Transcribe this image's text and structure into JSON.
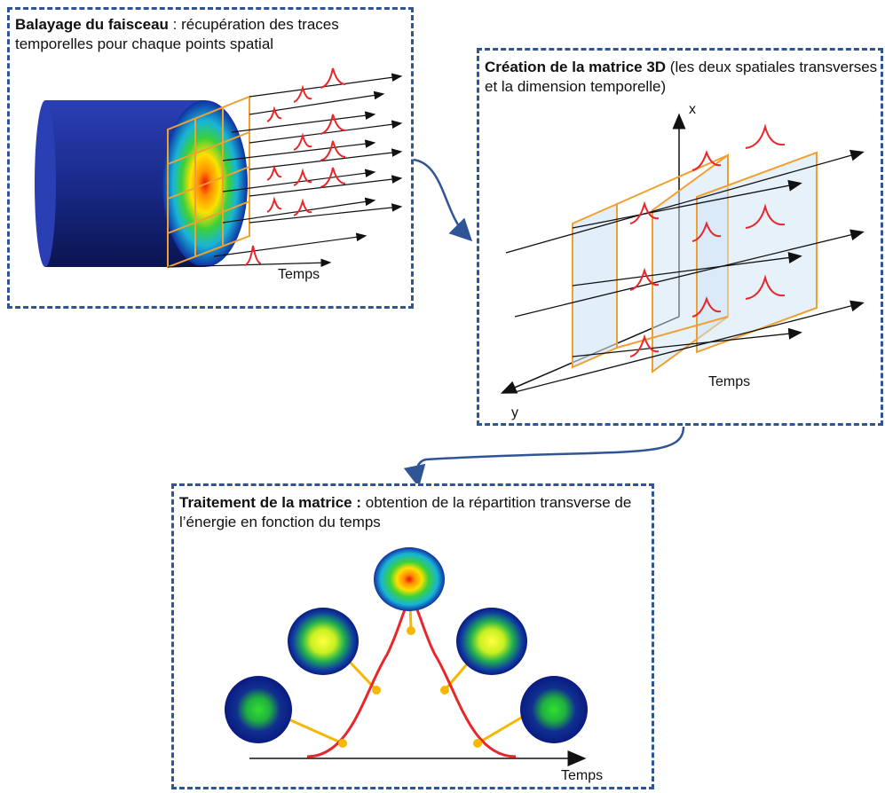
{
  "panels": {
    "scan": {
      "title_bold": "Balayage du faisceau",
      "title_rest": " : récupération des traces temporelles pour chaque points spatial",
      "time_label": "Temps"
    },
    "matrix": {
      "title_bold": "Création de la matrice 3D",
      "title_rest": "  (les deux spatiales transverses et la dimension temporelle)",
      "axis_x": "x",
      "axis_y": "y",
      "time_label": "Temps"
    },
    "processing": {
      "title_bold": "Traitement de la matrice :",
      "title_rest": " obtention de la répartition transverse de l’énergie en fonction du temps",
      "time_label": "Temps"
    }
  },
  "colors": {
    "border": "#2f5597",
    "connector": "#2f5597",
    "pulse": "#e8262b",
    "grid": "#f0a030",
    "cylinder": "#1a2a8a",
    "plane_fill": "#cfe3f5",
    "node": "#f5b800"
  }
}
